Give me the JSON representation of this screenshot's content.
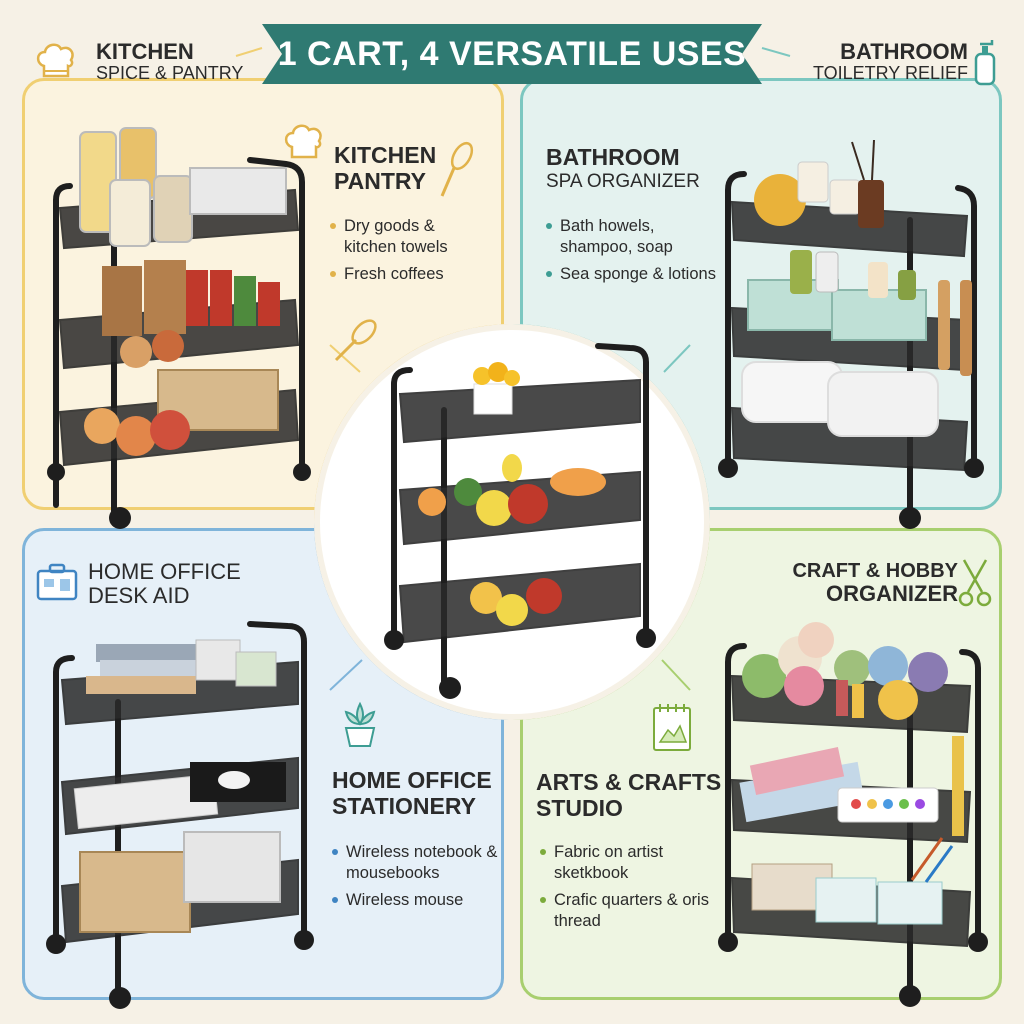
{
  "banner": {
    "title": "1 CART, 4 VERSATILE USES"
  },
  "corners": {
    "kitchen": {
      "line1": "KITCHEN",
      "line2": "SPICE & PANTRY",
      "icon": "chef-hat-icon"
    },
    "bathroom": {
      "line1": "BATHROOM",
      "line2": "TOILETRY RELIEF",
      "icon": "soap-pump-icon"
    },
    "office": {
      "line1": "HOME OFFICE",
      "line2": "DESK AID",
      "icon": "briefcase-icon"
    },
    "craft": {
      "line1": "CRAFT & HOBBY",
      "line2": "ORGANIZER",
      "icon": "scissors-icon"
    }
  },
  "panels": {
    "kitchen": {
      "title1": "KITCHEN",
      "title2": "PANTRY",
      "bullets": [
        "Dry goods & kitchen towels",
        "Fresh coffees"
      ],
      "icons": [
        "chef-hat-icon",
        "whisk-icon"
      ]
    },
    "bathroom": {
      "title1": "BATHROOM",
      "title2": "SPA ORGANIZER",
      "bullets": [
        "Bath howels, shampoo, soap",
        "Sea sponge & lotions"
      ]
    },
    "office": {
      "title1": "HOME OFFICE",
      "title2": "STATIONERY",
      "bullets": [
        "Wireless notebook & mousebooks",
        "Wireless mouse"
      ],
      "icons": [
        "succulent-plant-icon"
      ]
    },
    "craft": {
      "title1": "ARTS & CRAFTS",
      "title2": "STUDIO",
      "bullets": [
        "Fabric on artist sketkbook",
        "Crafic quarters & oris thread"
      ],
      "icons": [
        "sketchbook-icon"
      ]
    }
  },
  "colors": {
    "banner": "#2f7a72",
    "kitchen": "#f0cf72",
    "bathroom": "#7cc7c0",
    "office": "#7fb4da",
    "craft": "#a8cf6f",
    "cart": "#1e1e1e"
  }
}
